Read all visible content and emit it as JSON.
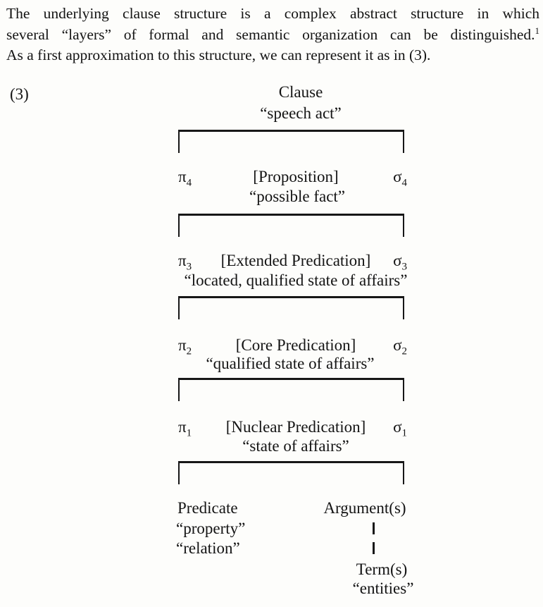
{
  "colors": {
    "ink": "#141414",
    "paper": "#fdfdfb"
  },
  "paragraph": {
    "line1": "The underlying clause structure is a complex abstract structure in which",
    "line2": "several “layers” of formal and semantic organization can be distinguished.",
    "footnote_marker": "1",
    "line3": "As a first approximation to this structure, we can represent it as in (3)."
  },
  "example_number": "(3)",
  "diagram": {
    "root": {
      "label": "Clause",
      "gloss": "“speech act”"
    },
    "levels": [
      {
        "pi": "π",
        "pi_sub": "4",
        "label": "[Proposition]",
        "sigma": "σ",
        "sigma_sub": "4",
        "gloss": "“possible fact”"
      },
      {
        "pi": "π",
        "pi_sub": "3",
        "label": "[Extended Predication]",
        "sigma": "σ",
        "sigma_sub": "3",
        "gloss": "“located, qualified state of affairs”"
      },
      {
        "pi": "π",
        "pi_sub": "2",
        "label": "[Core Predication]",
        "sigma": "σ",
        "sigma_sub": "2",
        "gloss": "“qualified state of affairs”"
      },
      {
        "pi": "π",
        "pi_sub": "1",
        "label": "[Nuclear Predication]",
        "sigma": "σ",
        "sigma_sub": "1",
        "gloss": "“state of affairs”"
      }
    ],
    "bottom": {
      "predicate_label": "Predicate",
      "predicate_gloss1": "“property”",
      "predicate_gloss2": "“relation”",
      "arguments_label": "Argument(s)",
      "terms_label": "Term(s)",
      "terms_gloss": "“entities”"
    }
  }
}
